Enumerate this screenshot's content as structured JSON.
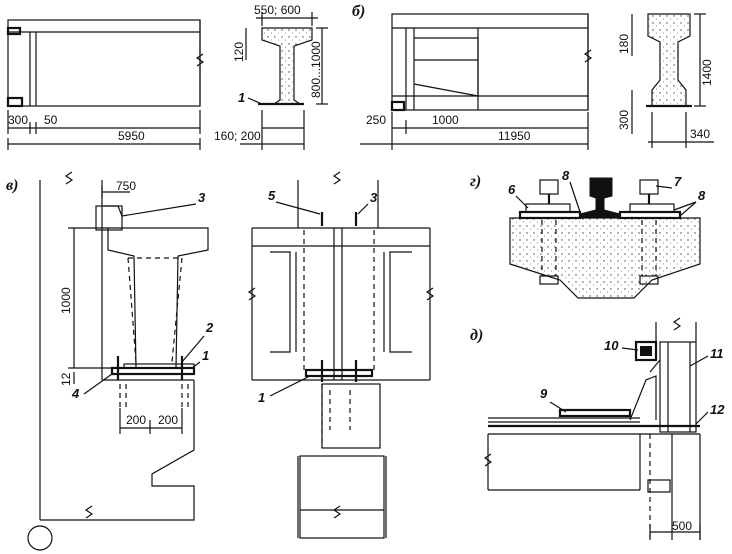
{
  "panels": {
    "a": {
      "label": ""
    },
    "b": {
      "label": "б)"
    },
    "v": {
      "label": "в)"
    },
    "g": {
      "label": "г)"
    },
    "d": {
      "label": "д)"
    }
  },
  "dims": {
    "a_300": "300",
    "a_50": "50",
    "a_5950": "5950",
    "a_sec_top": "550; 600",
    "a_sec_120": "120",
    "a_sec_h": "800...1000",
    "a_sec_bot": "160; 200",
    "b_250": "250",
    "b_1000": "1000",
    "b_11950": "11950",
    "b_sec_180": "180",
    "b_sec_1400": "1400",
    "b_sec_300": "300",
    "b_sec_340": "340",
    "v_750": "750",
    "v_1000": "1000",
    "v_12": "12",
    "v_200a": "200",
    "v_200b": "200",
    "d_500": "500"
  },
  "callouts": {
    "c1a": "1",
    "c1b": "1",
    "c1c": "1",
    "c2": "2",
    "c3a": "3",
    "c3b": "3",
    "c4": "4",
    "c5": "5",
    "c6": "6",
    "c7": "7",
    "c8a": "8",
    "c8b": "8",
    "c9": "9",
    "c10": "10",
    "c11": "11",
    "c12": "12"
  }
}
